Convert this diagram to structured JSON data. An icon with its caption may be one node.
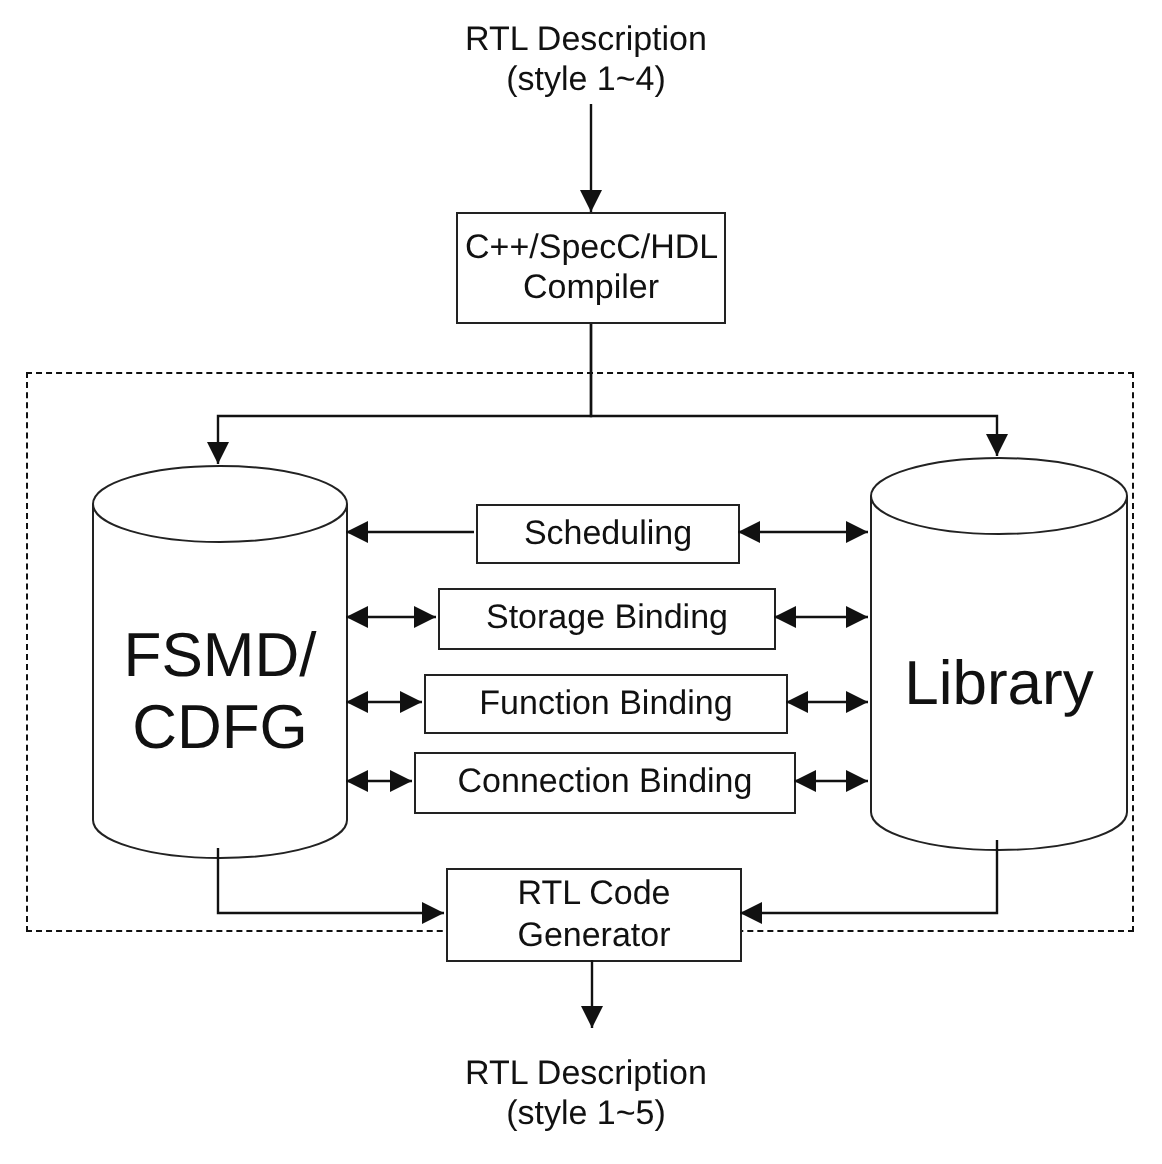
{
  "diagram": {
    "nodes": [
      {
        "text": [
          "RTL Description (style 1~4)"
        ]
      },
      {
        "text": [
          "C++/SpecC/HDL Compiler"
        ]
      },
      {
        "text": [],
        "shape": "box"
      },
      {
        "text": [
          "FSMD/ CDFG"
        ],
        "in": 2
      },
      {
        "text": [
          "Scheduling"
        ],
        "in": 2
      },
      {
        "text": [
          "Storage Binding"
        ],
        "in": 2
      },
      {
        "text": [
          "Function Binding"
        ],
        "in": 2
      },
      {
        "text": [
          "Connection Binding"
        ],
        "in": 2
      },
      {
        "text": [
          "Library"
        ],
        "in": 2
      },
      {
        "text": [
          "RTL Code Generator"
        ],
        "in": 2
      },
      {
        "text": [
          "RTL Description (style 1~5)"
        ]
      }
    ],
    "edges": [
      {
        "from": 0,
        "to": 1,
        "arrow": "to"
      },
      {
        "from": 1,
        "to": 3,
        "arrow": "to"
      },
      {
        "from": 1,
        "to": 8,
        "arrow": "to"
      },
      {
        "from": 4,
        "to": 3,
        "arrow": "to"
      },
      {
        "from": 4,
        "to": 8,
        "arrow": "both"
      },
      {
        "from": 3,
        "to": 5,
        "arrow": "both"
      },
      {
        "from": 5,
        "to": 8,
        "arrow": "both"
      },
      {
        "from": 3,
        "to": 6,
        "arrow": "both"
      },
      {
        "from": 6,
        "to": 8,
        "arrow": "both"
      },
      {
        "from": 3,
        "to": 7,
        "arrow": "both"
      },
      {
        "from": 7,
        "to": 8,
        "arrow": "both"
      },
      {
        "from": 3,
        "to": 9,
        "arrow": "to"
      },
      {
        "from": 8,
        "to": 9,
        "arrow": "to"
      },
      {
        "from": 9,
        "to": 10,
        "arrow": "to"
      }
    ]
  }
}
